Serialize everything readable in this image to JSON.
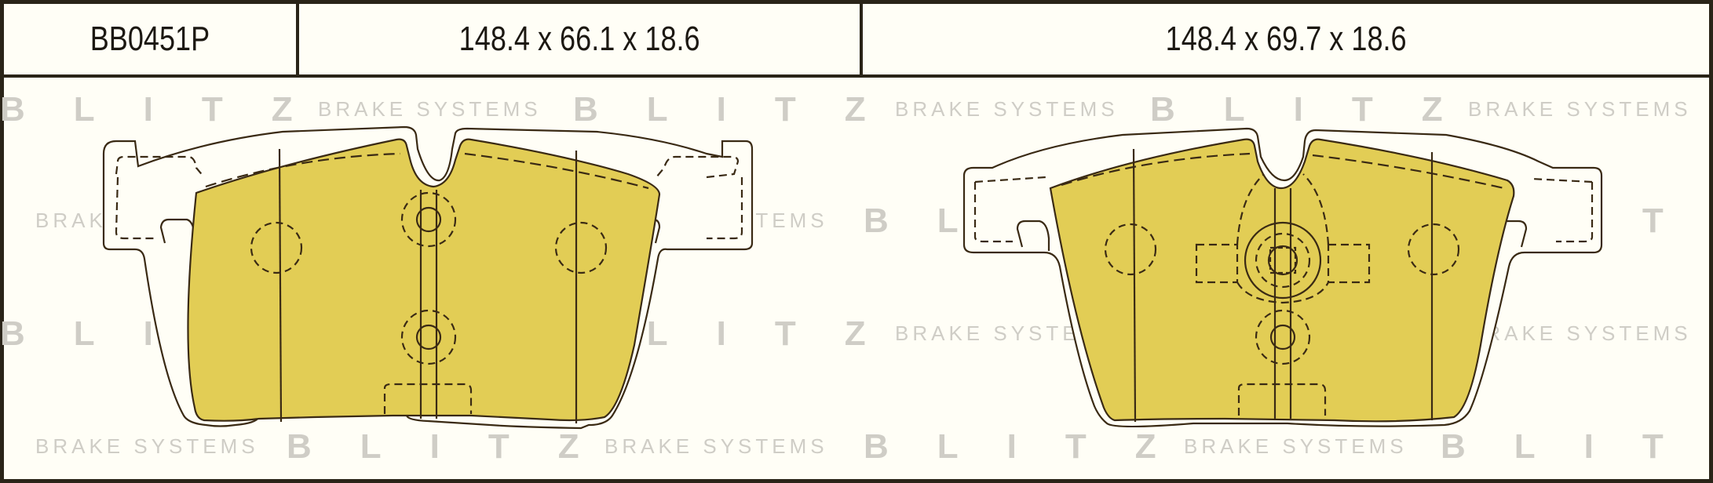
{
  "header": {
    "part_number": "BB0451P",
    "dims_left": "148.4 x 66.1 x 18.6",
    "dims_right": "148.4 x 69.7 x 18.6"
  },
  "watermark": {
    "brand": "BLITZ",
    "tagline": "BRAKE SYSTEMS"
  },
  "colors": {
    "frame": "#2a2418",
    "pad_fill": "#e2cd55",
    "outline": "#3a2a14",
    "watermark": "#cfcdc6"
  }
}
